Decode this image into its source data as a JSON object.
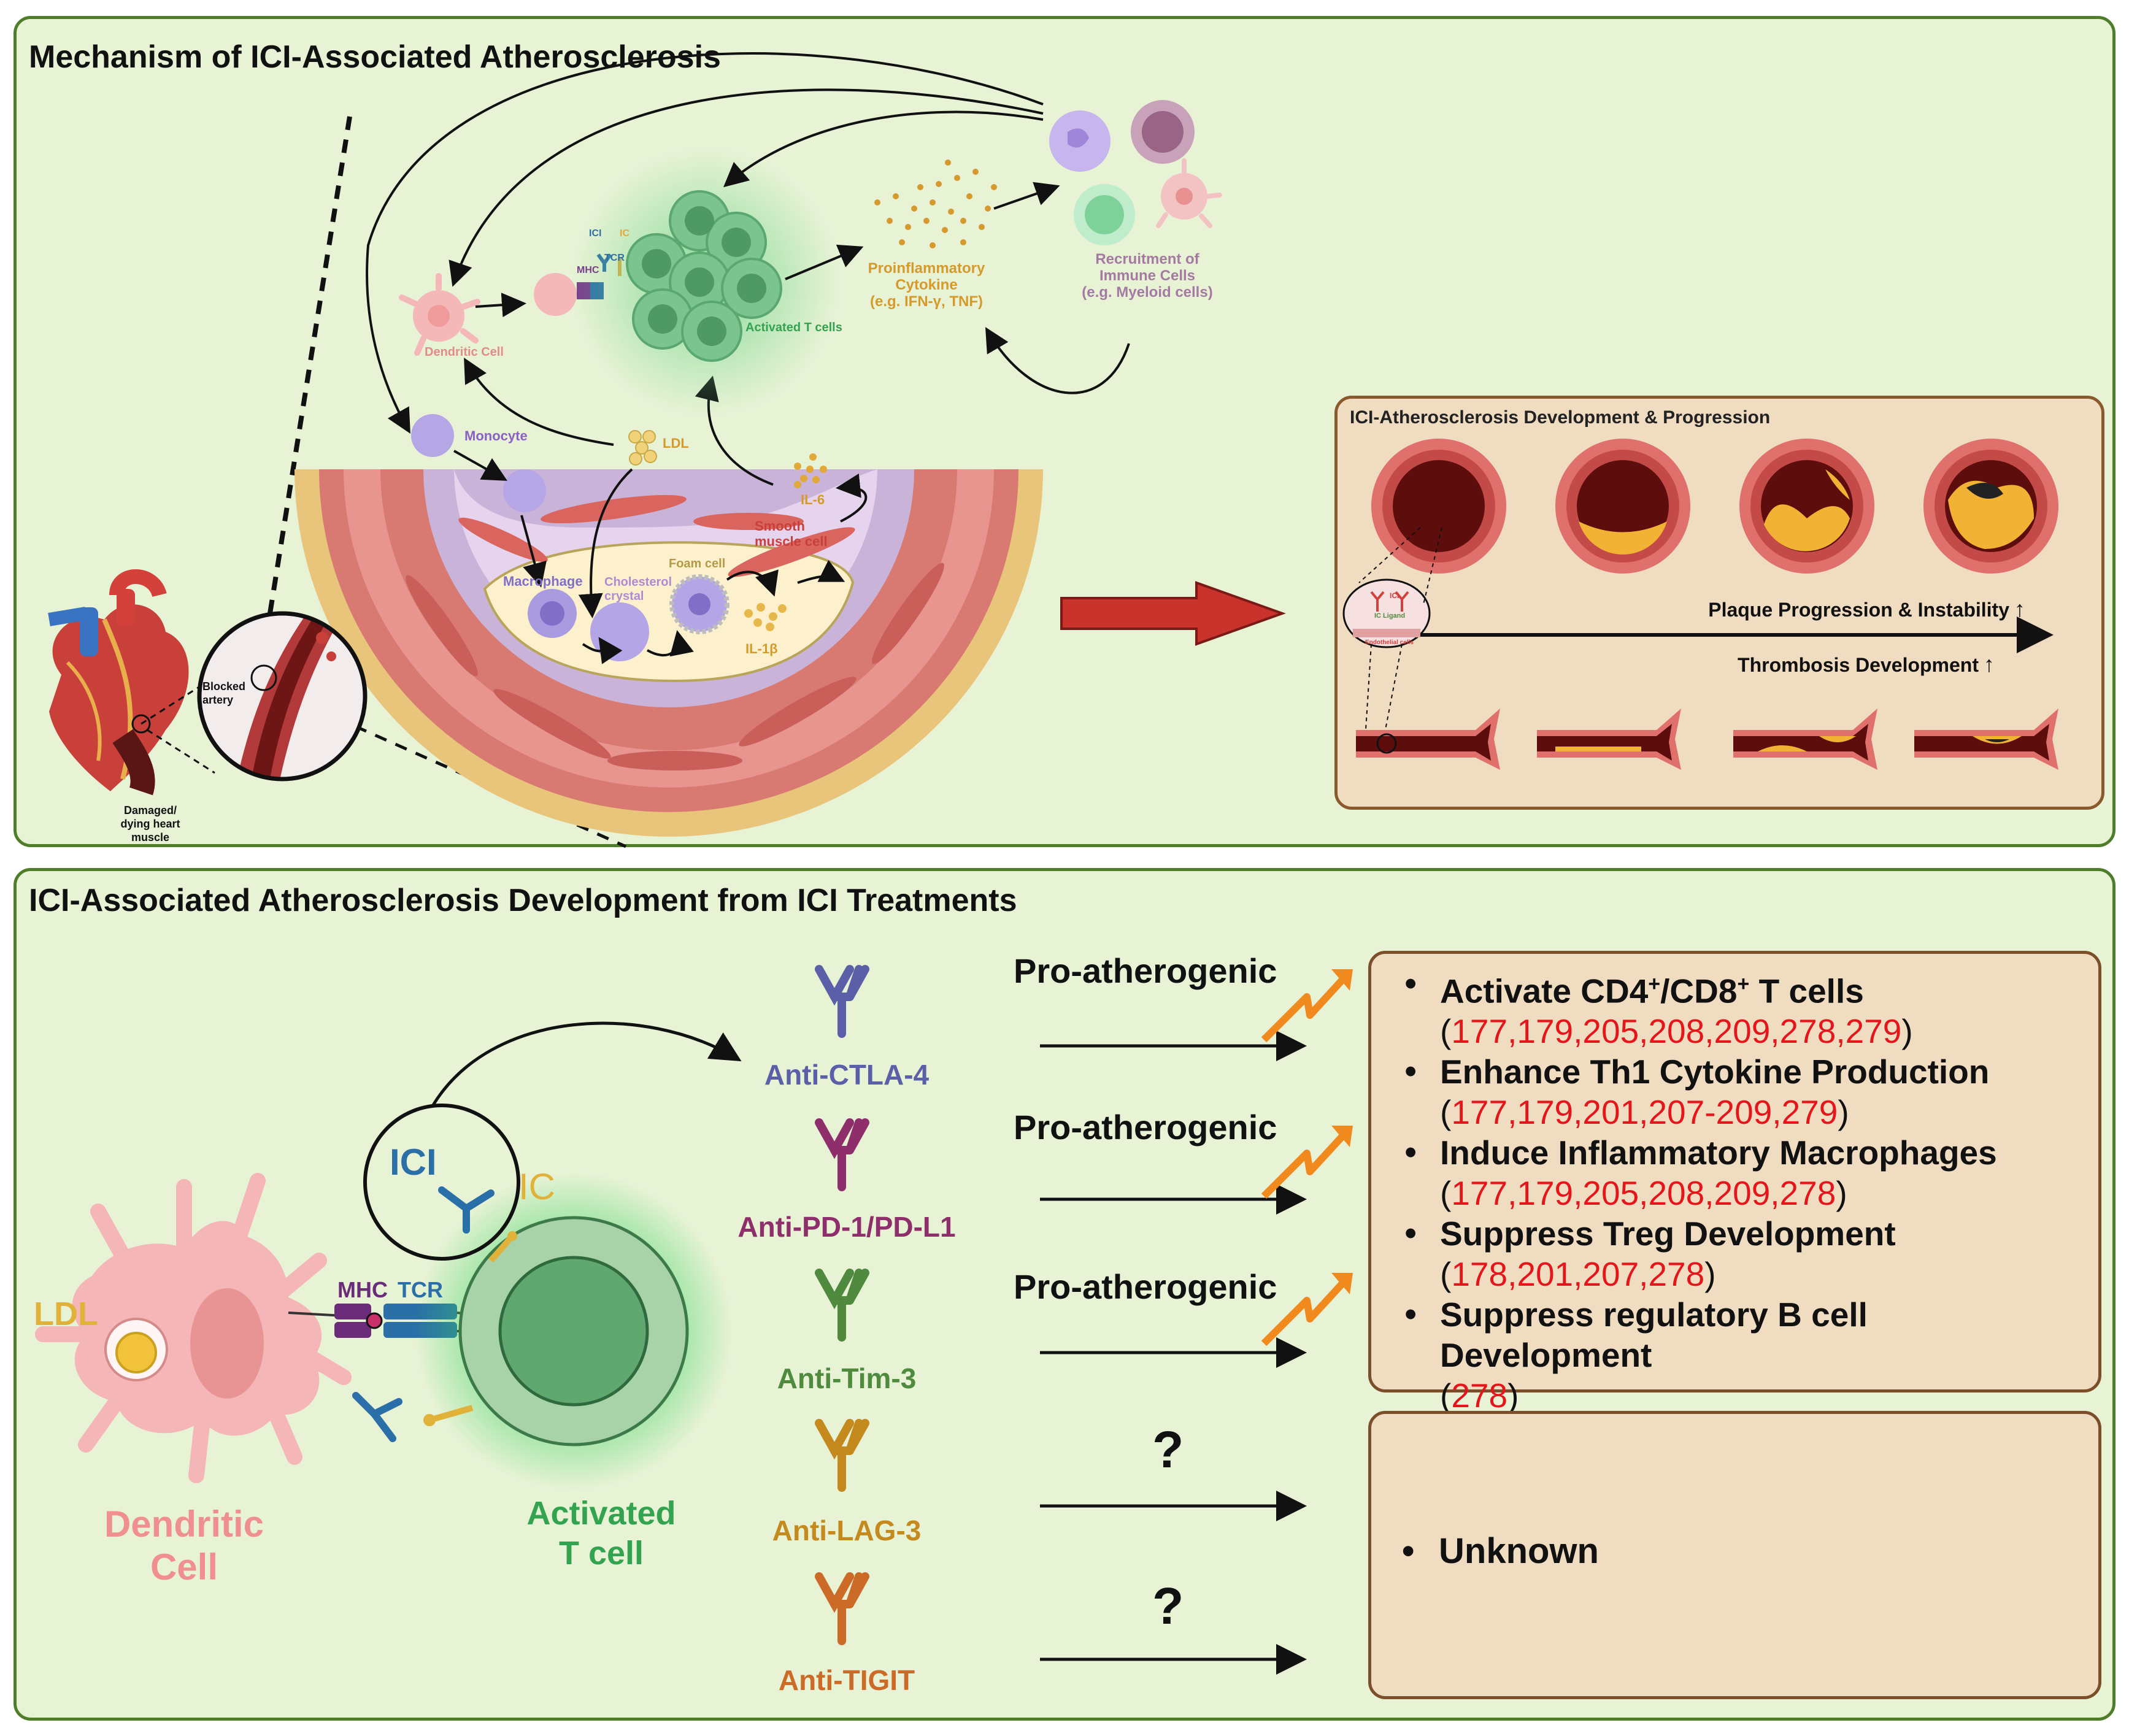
{
  "top_panel": {
    "title": "Mechanism of ICI-Associated Atherosclerosis",
    "labels": {
      "dendritic_cell": "Dendritic Cell",
      "ici": "ICI",
      "ic": "IC",
      "mhc": "MHC",
      "tcr": "TCR",
      "activated_t_cells": "Activated T cells",
      "cytokine_l1": "Proinflammatory",
      "cytokine_l2": "Cytokine",
      "cytokine_l3": "(e.g. IFN-γ, TNF)",
      "recruit_l1": "Recruitment of",
      "recruit_l2": "Immune Cells",
      "recruit_l3": "(e.g. Myeloid cells)",
      "monocyte": "Monocyte",
      "ldl": "LDL",
      "il6": "IL-6",
      "smooth_muscle_l1": "Smooth",
      "smooth_muscle_l2": "muscle cell",
      "macrophage": "Macrophage",
      "cholesterol_l1": "Cholesterol",
      "cholesterol_l2": "crystal",
      "foam_cell": "Foam cell",
      "il1b": "IL-1β",
      "blocked_l1": "Blocked",
      "blocked_l2": "artery",
      "damaged_l1": "Damaged/",
      "damaged_l2": "dying heart",
      "damaged_l3": "muscle"
    },
    "progression": {
      "title": "ICI-Atherosclerosis Development & Progression",
      "plaque": "Plaque Progression & Instability",
      "thrombosis": "Thrombosis Development",
      "up_arrow": "↑",
      "inset_ici": "ICI",
      "inset_ic_ligand": "IC Ligand",
      "inset_endothelial": "Endothelial cells"
    }
  },
  "bottom_panel": {
    "title": "ICI-Associated Atherosclerosis Development from ICI Treatments",
    "labels": {
      "ldl": "LDL",
      "dendritic_l1": "Dendritic",
      "dendritic_l2": "Cell",
      "mhc": "MHC",
      "tcr": "TCR",
      "ici": "ICI",
      "ic": "IC",
      "activated_l1": "Activated",
      "activated_l2": "T cell"
    },
    "drugs": [
      {
        "name": "Anti-CTLA-4",
        "color": "#5b5fa8"
      },
      {
        "name": "Anti-PD-1/PD-L1",
        "color": "#8e2f6c"
      },
      {
        "name": "Anti-Tim-3",
        "color": "#4f8a3e"
      },
      {
        "name": "Anti-LAG-3",
        "color": "#c48a1e"
      },
      {
        "name": "Anti-TIGIT",
        "color": "#cc6a28"
      }
    ],
    "effect_labels": [
      "Pro-atherogenic",
      "Pro-atherogenic",
      "Pro-atherogenic",
      "?",
      "?"
    ],
    "effects": [
      {
        "title_pre": "Activate CD4",
        "sup1": "+",
        "title_mid": "/CD8",
        "sup2": "+",
        "title_post": " T cells",
        "refs": "177,179,205,208,209,278,279"
      },
      {
        "title_pre": "Enhance Th1 Cytokine  Production",
        "sup1": "",
        "title_mid": "",
        "sup2": "",
        "title_post": "",
        "refs": "177,179,201,207-209,279"
      },
      {
        "title_pre": "Induce Inflammatory Macrophages",
        "sup1": "",
        "title_mid": "",
        "sup2": "",
        "title_post": "",
        "refs": "177,179,205,208,209,278"
      },
      {
        "title_pre": "Suppress Treg Development",
        "sup1": "",
        "title_mid": "",
        "sup2": "",
        "title_post": "",
        "refs": "178,201,207,278"
      },
      {
        "title_pre": "Suppress regulatory B cell Development",
        "sup1": "",
        "title_mid": "",
        "sup2": "",
        "title_post": "",
        "refs": "278"
      }
    ],
    "unknown": "Unknown",
    "paren_open": "(",
    "paren_close": ")"
  },
  "colors": {
    "panel_bg": "#e8f3d6",
    "panel_border": "#4f7d2a",
    "box_bg": "#f0dcc0",
    "box_border": "#7a4f2a",
    "ref_red": "#e3171b",
    "t_cell_green": "#3aa655",
    "dendritic_pink": "#f08f8f"
  }
}
